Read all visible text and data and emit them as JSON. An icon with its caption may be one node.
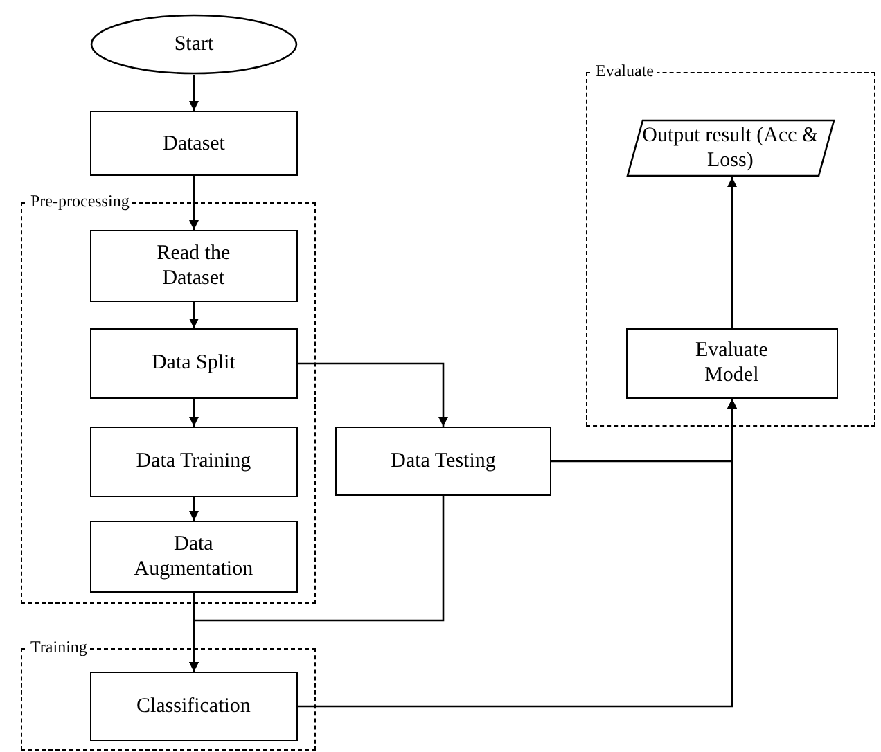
{
  "diagram": {
    "nodes": [
      {
        "text": [
          "Start"
        ]
      },
      {
        "text": [
          "Dataset"
        ]
      },
      {
        "text": [
          "Pre-processing"
        ]
      },
      {
        "text": [
          "Read the Dataset"
        ],
        "in": 2
      },
      {
        "text": [
          "Data Split"
        ],
        "in": 2
      },
      {
        "text": [
          "Data Training"
        ],
        "in": 2
      },
      {
        "text": [
          "Data Augmentation"
        ],
        "in": 2
      },
      {
        "text": [
          "Data Testing"
        ]
      },
      {
        "text": [
          "Training"
        ]
      },
      {
        "text": [
          "Classification"
        ],
        "in": 8
      },
      {
        "text": [
          "Evaluate"
        ]
      },
      {
        "text": [
          "Output result (Acc & Loss)"
        ],
        "in": 10
      },
      {
        "text": [
          "Evaluate Model"
        ],
        "in": 10
      }
    ],
    "edges": [
      {
        "from": 0,
        "to": 1,
        "arrow": "to"
      },
      {
        "from": 1,
        "to": 3,
        "arrow": "to"
      },
      {
        "from": 3,
        "to": 4,
        "arrow": "to"
      },
      {
        "from": 4,
        "to": 5,
        "arrow": "to"
      },
      {
        "from": 5,
        "to": 6,
        "arrow": "to"
      },
      {
        "from": 4,
        "to": 7,
        "arrow": "to"
      },
      {
        "from": 6,
        "to": 9,
        "arrow": "to"
      },
      {
        "from": 7,
        "to": 9,
        "arrow": "to"
      },
      {
        "from": 7,
        "to": 12,
        "arrow": "to"
      },
      {
        "from": 9,
        "to": 12,
        "arrow": "to"
      },
      {
        "from": 12,
        "to": 11,
        "arrow": "to"
      }
    ]
  }
}
